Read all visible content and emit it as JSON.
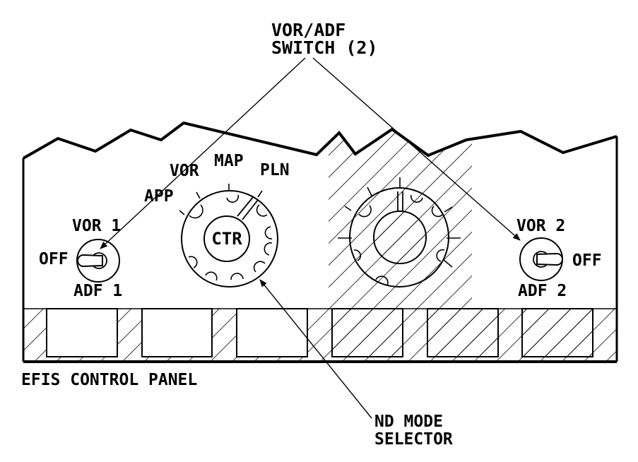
{
  "callouts": {
    "vor_adf_switch_line1": "VOR/ADF",
    "vor_adf_switch_line2": "SWITCH (2)",
    "nd_mode_selector_line1": "ND MODE",
    "nd_mode_selector_line2": "SELECTOR"
  },
  "panel": {
    "caption": "EFIS CONTROL PANEL"
  },
  "left_switch": {
    "top_label": "VOR 1",
    "side_label": "OFF",
    "bottom_label": "ADF 1"
  },
  "right_switch": {
    "top_label": "VOR 2",
    "side_label": "OFF",
    "bottom_label": "ADF 2"
  },
  "mode_selector": {
    "positions": [
      "APP",
      "VOR",
      "MAP",
      "PLN"
    ],
    "center_label": "CTR"
  },
  "colors": {
    "ink": "#000000",
    "paper": "#ffffff"
  }
}
